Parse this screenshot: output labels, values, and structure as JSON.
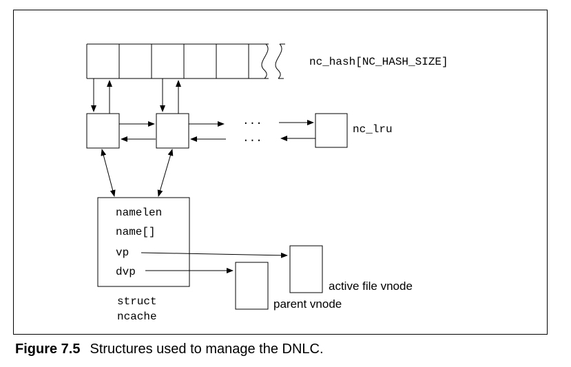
{
  "diagram": {
    "hash_label": "nc_hash[NC_HASH_SIZE]",
    "lru_label": "nc_lru",
    "ellipsis": "...",
    "ncache_fields": [
      "namelen",
      "name[]",
      "vp",
      "dvp"
    ],
    "struct_label_line1": "struct",
    "struct_label_line2": "ncache",
    "active_vnode_label": "active file vnode",
    "parent_vnode_label": "parent vnode"
  },
  "caption": {
    "number": "Figure 7.5",
    "text": "Structures used to manage the DNLC."
  }
}
